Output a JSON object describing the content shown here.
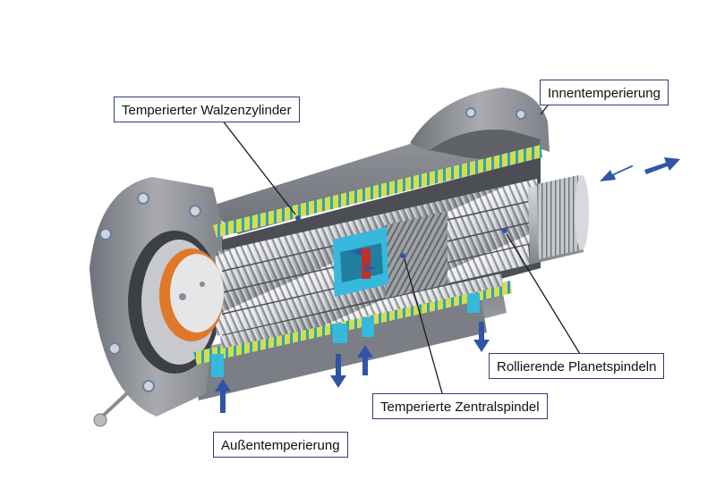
{
  "labels": {
    "walzenzylinder": "Temperierter Walzenzylinder",
    "innentemperierung": "Innentemperierung",
    "planetspindeln": "Rollierende Planetspindeln",
    "zentralspindel": "Temperierte Zentralspindel",
    "aussentemperierung": "Außentemperierung"
  },
  "colors": {
    "leader": "#1a1a1a",
    "box_border": "#2f3d7a",
    "arrow": "#2f54a8",
    "housing": "#8e9096",
    "coolant_cyan": "#36b9dc",
    "yellow_band": "#d8dc48",
    "accent_orange": "#e0782a",
    "core_red": "#c0302a"
  },
  "icons": [
    "flow-arrow-icon",
    "bolt-icon",
    "lever-handle-icon"
  ]
}
